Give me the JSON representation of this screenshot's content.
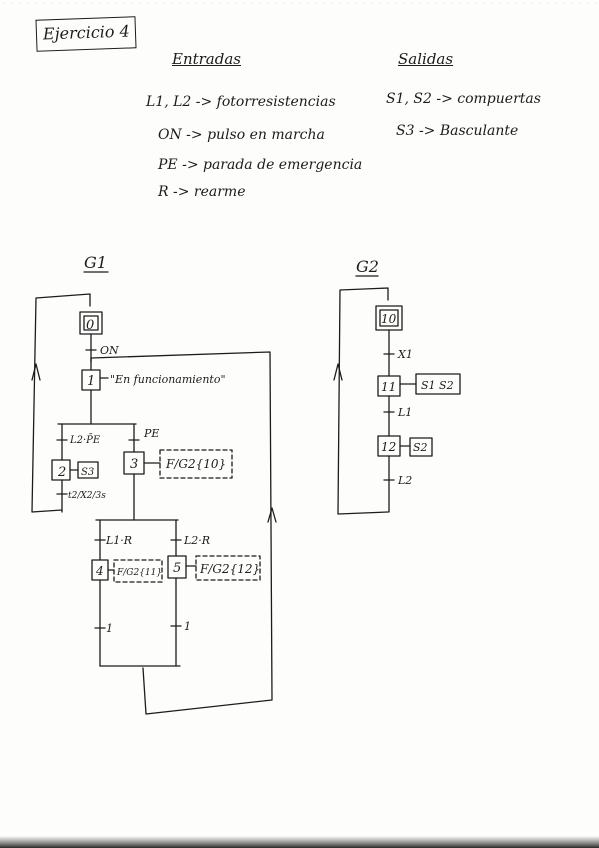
{
  "title": "Ejercicio 4",
  "inputs": {
    "heading": "Entradas",
    "lines": [
      "L1, L2 -> fotorresistencias",
      "ON -> pulso en marcha",
      "PE -> parada de emergencia",
      "R -> rearme"
    ]
  },
  "outputs": {
    "heading": "Salidas",
    "lines": [
      "S1, S2 -> compuertas",
      "S3 -> Basculante"
    ]
  },
  "g1": {
    "label": "G1",
    "steps": {
      "s0": "0",
      "s1": "1",
      "s2": "2",
      "s3": "3",
      "s4": "4",
      "s5": "5"
    },
    "actions": {
      "a1": "\"En funcionamiento\"",
      "a2": "S3",
      "a3": "F/G2{10}",
      "a4": "F/G2{11}",
      "a5": "F/G2{12}"
    },
    "transitions": {
      "t_on": "ON",
      "t_l2pe": "L2·P̄E",
      "t_pe": "PE",
      "t_x2": "t2/X2/3s",
      "t_l1r": "L1·R",
      "t_l2r": "L2·R",
      "t_1a": "1",
      "t_1b": "1"
    }
  },
  "g2": {
    "label": "G2",
    "steps": {
      "s10": "10",
      "s11": "11",
      "s12": "12"
    },
    "actions": {
      "a11": "S1 S2",
      "a12": "S2"
    },
    "transitions": {
      "t_x1": "X1",
      "t_l1": "L1",
      "t_l2": "L2"
    }
  }
}
